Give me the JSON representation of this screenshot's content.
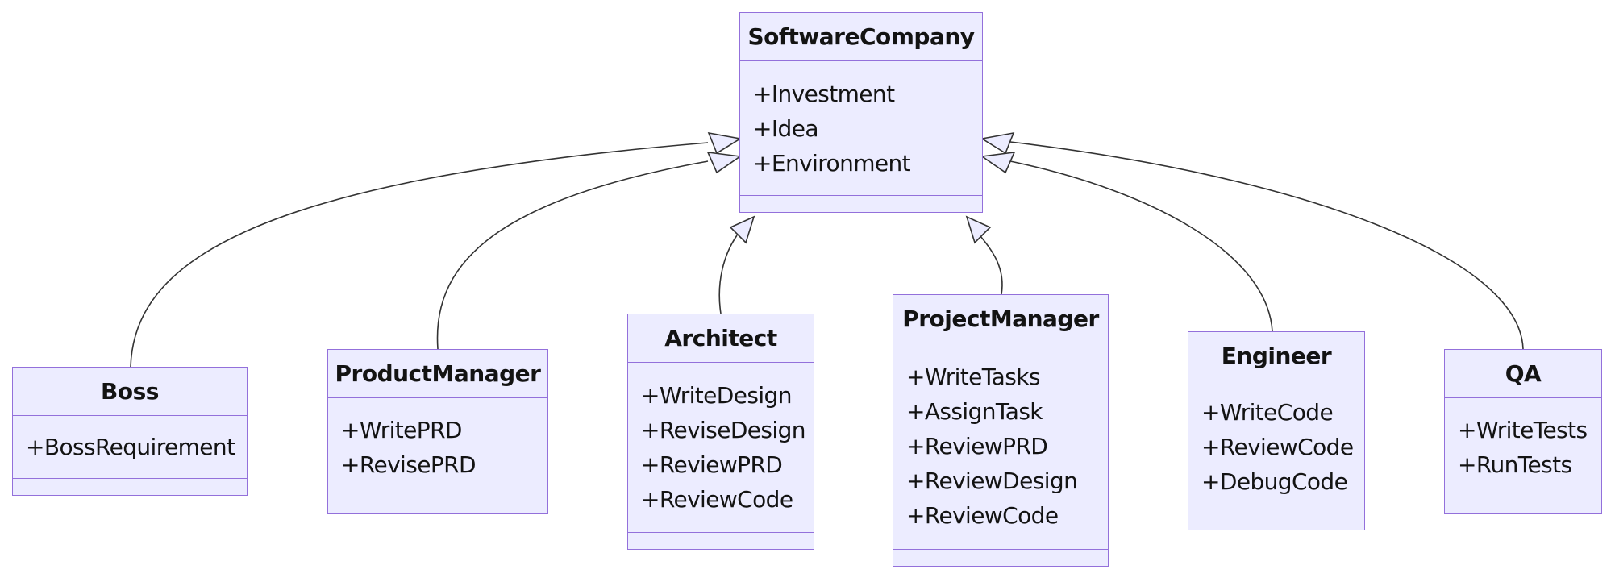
{
  "diagram": {
    "type": "uml-class-diagram",
    "colors": {
      "node_fill": "#ECECFF",
      "node_border": "#9370DB",
      "edge_line": "#333333",
      "text": "#131313",
      "background": "#ffffff"
    },
    "classes": [
      {
        "name": "SoftwareCompany",
        "attributes": [
          "+Investment",
          "+Idea",
          "+Environment"
        ],
        "methods": []
      },
      {
        "name": "Boss",
        "attributes": [
          "+BossRequirement"
        ],
        "methods": []
      },
      {
        "name": "ProductManager",
        "attributes": [
          "+WritePRD",
          "+RevisePRD"
        ],
        "methods": []
      },
      {
        "name": "Architect",
        "attributes": [
          "+WriteDesign",
          "+ReviseDesign",
          "+ReviewPRD",
          "+ReviewCode"
        ],
        "methods": []
      },
      {
        "name": "ProjectManager",
        "attributes": [
          "+WriteTasks",
          "+AssignTask",
          "+ReviewPRD",
          "+ReviewDesign",
          "+ReviewCode"
        ],
        "methods": []
      },
      {
        "name": "Engineer",
        "attributes": [
          "+WriteCode",
          "+ReviewCode",
          "+DebugCode"
        ],
        "methods": []
      },
      {
        "name": "QA",
        "attributes": [
          "+WriteTests",
          "+RunTests"
        ],
        "methods": []
      }
    ],
    "relations": [
      {
        "from": "Boss",
        "to": "SoftwareCompany",
        "type": "inheritance"
      },
      {
        "from": "ProductManager",
        "to": "SoftwareCompany",
        "type": "inheritance"
      },
      {
        "from": "Architect",
        "to": "SoftwareCompany",
        "type": "inheritance"
      },
      {
        "from": "ProjectManager",
        "to": "SoftwareCompany",
        "type": "inheritance"
      },
      {
        "from": "Engineer",
        "to": "SoftwareCompany",
        "type": "inheritance"
      },
      {
        "from": "QA",
        "to": "SoftwareCompany",
        "type": "inheritance"
      }
    ]
  }
}
